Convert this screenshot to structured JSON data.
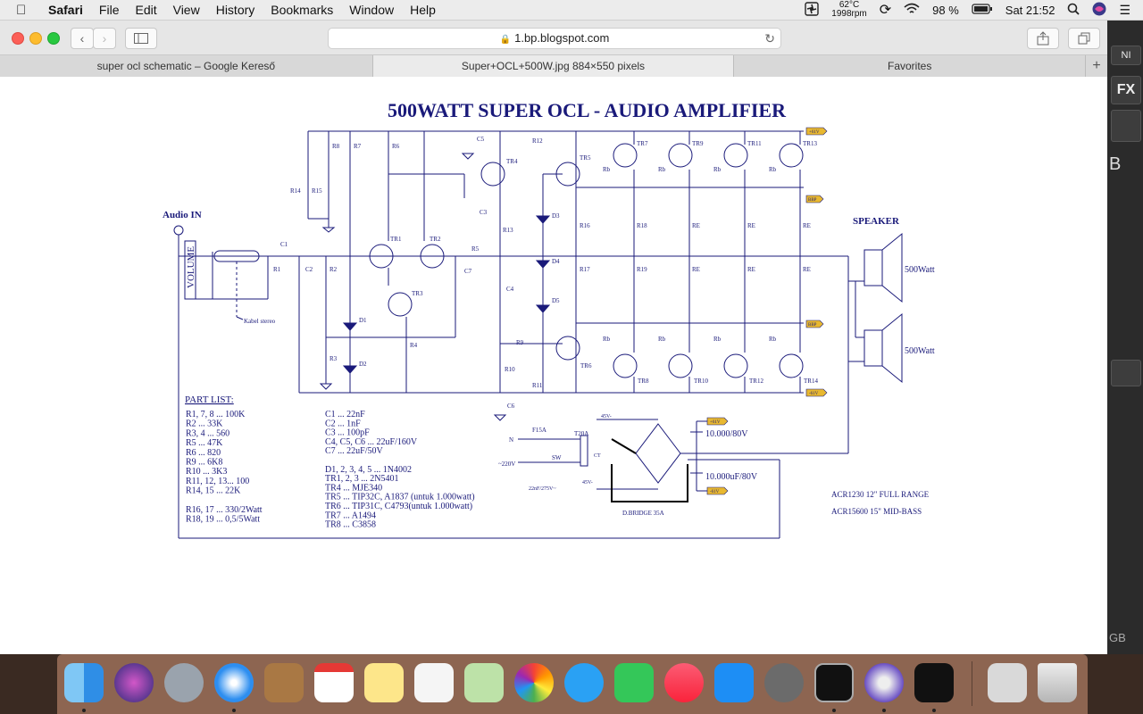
{
  "menubar": {
    "app": "Safari",
    "items": [
      "File",
      "Edit",
      "View",
      "History",
      "Bookmarks",
      "Window",
      "Help"
    ],
    "temp": "62°C",
    "rpm": "1998rpm",
    "battery": "98 %",
    "clock": "Sat 21:52"
  },
  "browser": {
    "url": "1.bp.blogspot.com",
    "tabs": [
      "super ocl schematic – Google Kereső",
      "Super+OCL+500W.jpg 884×550 pixels",
      "Favorites"
    ]
  },
  "sidepanel": {
    "fx": "FX",
    "b": "B",
    "gb": "GB"
  },
  "schematic": {
    "title": "500WATT SUPER OCL - AUDIO AMPLIFIER",
    "audio_in": "Audio IN",
    "volume": "VOLUME",
    "cable": "Kabel stereo",
    "speaker": "SPEAKER",
    "spk1": "500Watt",
    "spk2": "500Watt",
    "partlist_title": "PART LIST:",
    "parts_left": [
      "R1, 7, 8 ... 100K",
      "R2 ... 33K",
      "R3, 4 ... 560",
      "R5 ... 47K",
      "R6 ... 820",
      "R9 ... 6K8",
      "R10 ... 3K3",
      "R11, 12, 13... 100",
      "R14, 15 ... 22K",
      "",
      "R16, 17 ... 330/2Watt",
      "R18, 19 ... 0,5/5Watt"
    ],
    "parts_right": [
      "C1 ... 22nF",
      "C2 ... 1nF",
      "C3 ... 100pF",
      "C4, C5, C6 ... 22uF/160V",
      "C7 ... 22uF/50V",
      "",
      "D1, 2, 3, 4, 5 ... 1N4002",
      "TR1, 2, 3 ... 2N5401",
      "TR4 ... MJE340",
      "TR5 ... TIP32C, A1837 (untuk 1.000watt)",
      "TR6 ... TIP31C, C4793(untuk 1.000watt)",
      "TR7 ... A1494",
      "TR8 ... C3858"
    ],
    "psu_cap1": "10.000/80V",
    "psu_cap2": "10.000uF/80V",
    "bridge": "D.BRIDGE 35A",
    "fuse": "F15A",
    "transformer": "T20A",
    "mains": "~220V",
    "switch": "SW",
    "n": "N",
    "snubber": "22nF/275V~",
    "ct": "CT",
    "v45a": "45V-",
    "v45b": "45V-",
    "spk_a": "ACR1230  12\" FULL RANGE",
    "spk_b": "ACR15600 15\" MID-BASS",
    "rail_pos": "+61V",
    "rail_neg": "-61V",
    "bias": "BBP",
    "labels_tr": [
      "TR1",
      "TR2",
      "TR3",
      "TR4",
      "TR5",
      "TR6",
      "TR7",
      "TR8",
      "TR9",
      "TR10",
      "TR11",
      "TR12",
      "TR13",
      "TR14"
    ],
    "labels_r": [
      "R1",
      "R2",
      "R3",
      "R4",
      "R5",
      "R6",
      "R7",
      "R8",
      "R9",
      "R10",
      "R11",
      "R12",
      "R13",
      "R14",
      "R15",
      "R16",
      "R17",
      "R18",
      "R19",
      "RE"
    ],
    "labels_c": [
      "C1",
      "C2",
      "C3",
      "C4",
      "C5",
      "C6",
      "C7"
    ],
    "labels_d": [
      "D1",
      "D2",
      "D3",
      "D4",
      "D5"
    ],
    "rb": "Rb"
  }
}
